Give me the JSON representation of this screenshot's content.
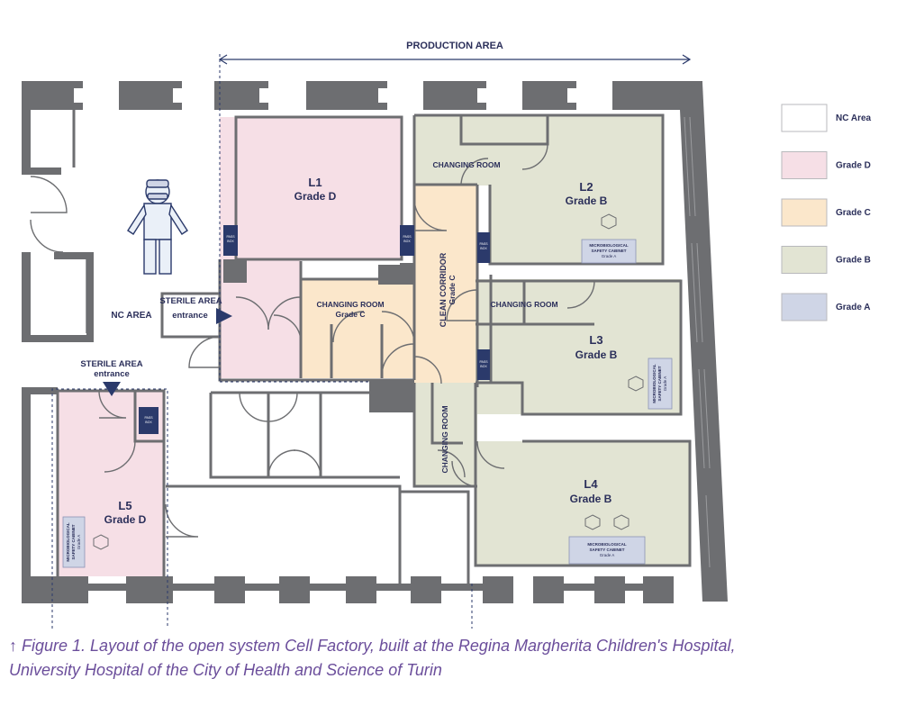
{
  "diagram": {
    "production_area": "PRODUCTION AREA",
    "nc_area": "NC AREA",
    "sterile_area_1": {
      "line1": "STERILE AREA",
      "line2": "entrance"
    },
    "sterile_area_2": {
      "line1": "STERILE AREA",
      "line2": "entrance"
    },
    "rooms": {
      "l1": {
        "name": "L1",
        "grade": "Grade D"
      },
      "l2": {
        "name": "L2",
        "grade": "Grade B"
      },
      "l3": {
        "name": "L3",
        "grade": "Grade B"
      },
      "l4": {
        "name": "L4",
        "grade": "Grade B"
      },
      "l5": {
        "name": "L5",
        "grade": "Grade D"
      }
    },
    "changing_room": "CHANGING ROOM",
    "changing_room_c": {
      "line1": "CHANGING ROOM",
      "line2": "Grade C"
    },
    "clean_corridor": "CLEAN CORRIDOR",
    "clean_corridor_grade": "Grade C",
    "pass_box": {
      "line1": "PASS",
      "line2": "BOX"
    },
    "cabinet": {
      "line1": "MICROBIOLOGICAL",
      "line2": "SAFETY CABINET",
      "line3": "Grade A"
    }
  },
  "legend": [
    {
      "label": "NC Area",
      "color": "#ffffff"
    },
    {
      "label": "Grade D",
      "color": "#f6dfe6"
    },
    {
      "label": "Grade C",
      "color": "#fbe7cb"
    },
    {
      "label": "Grade B",
      "color": "#e2e4d3"
    },
    {
      "label": "Grade A",
      "color": "#cfd5e6"
    }
  ],
  "colors": {
    "wall": "#6d6e71",
    "navy": "#2b3a6b",
    "caption": "#6b4e9b"
  },
  "caption": {
    "line1": "Figure 1. Layout of the open system Cell Factory, built at the Regina Margherita Children's Hospital,",
    "line2": "University Hospital of the City of Health and Science of Turin"
  }
}
